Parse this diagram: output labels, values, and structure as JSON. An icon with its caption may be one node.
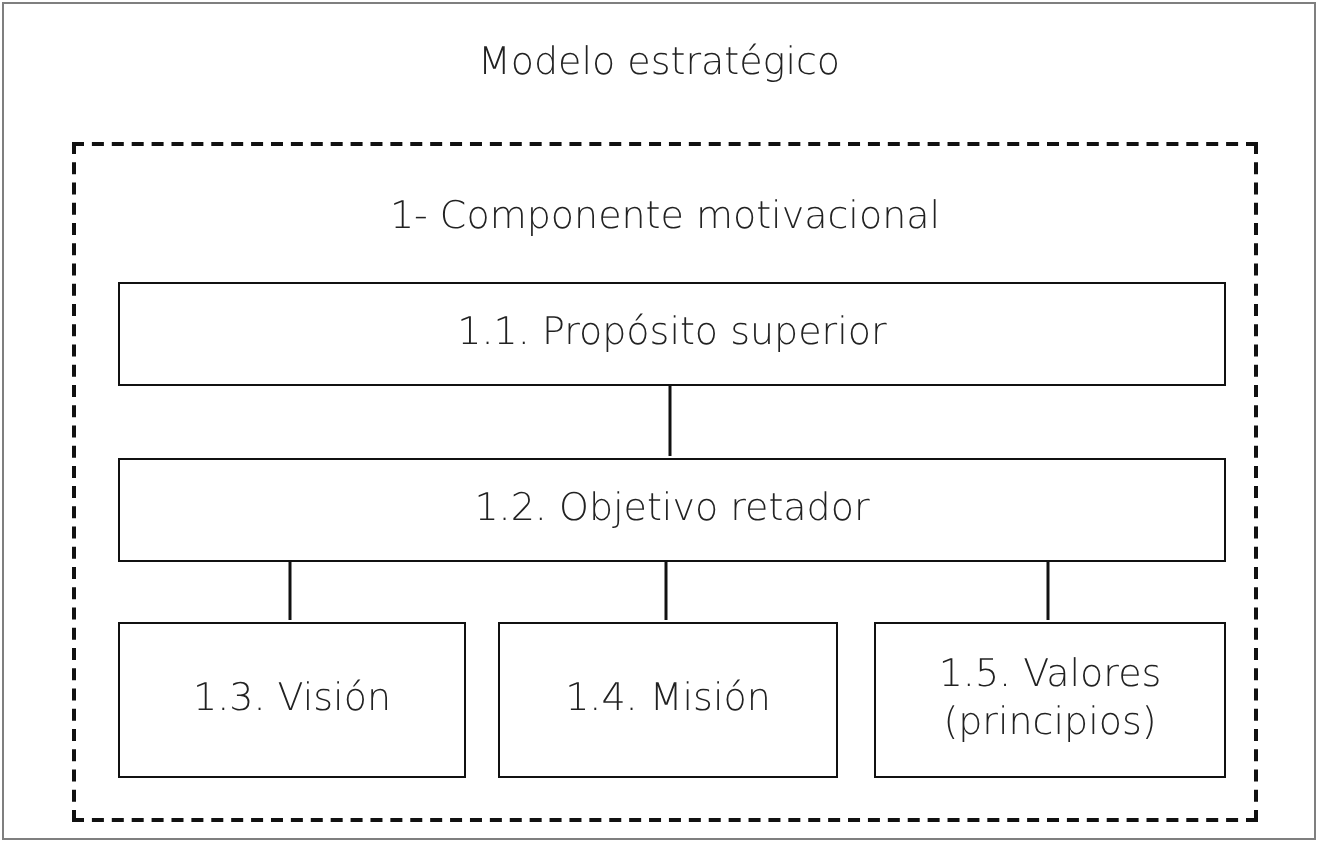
{
  "diagram": {
    "nodes": [
      {
        "text": [
          "Modelo estratégico"
        ]
      },
      {
        "text": [
          "1- Componente motivacional"
        ],
        "in": 0
      },
      {
        "text": [
          "1.1. Propósito superior"
        ],
        "in": 1
      },
      {
        "text": [
          "1.2. Objetivo retador"
        ],
        "in": 1
      },
      {
        "text": [
          "1.3. Visión"
        ],
        "in": 1
      },
      {
        "text": [
          "1.4. Misión"
        ],
        "in": 1
      },
      {
        "text": [
          "1.5. Valores (principios)"
        ],
        "in": 1
      }
    ],
    "edges": [
      {
        "from": 2,
        "to": 3,
        "arrow": "none"
      },
      {
        "from": 3,
        "to": 4,
        "arrow": "none"
      },
      {
        "from": 3,
        "to": 5,
        "arrow": "none"
      },
      {
        "from": 3,
        "to": 6,
        "arrow": "none"
      }
    ]
  }
}
